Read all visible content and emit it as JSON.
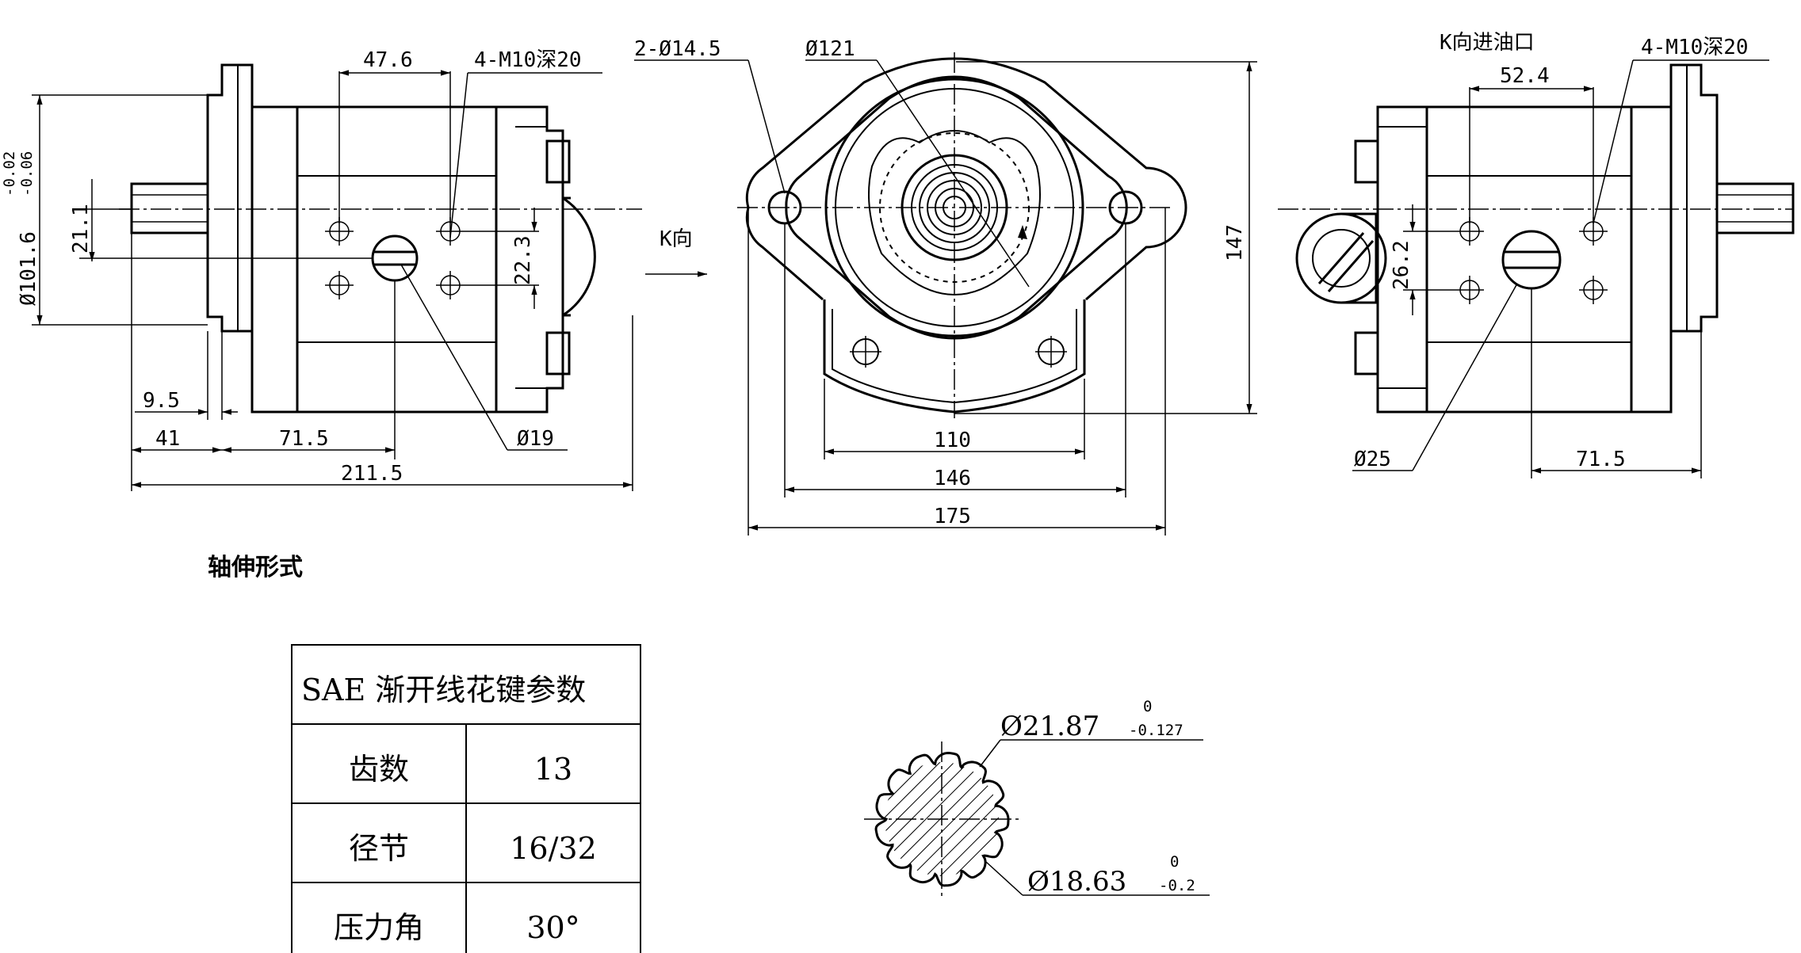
{
  "drawing": {
    "left_view": {
      "dim_hole_spacing": "47.6",
      "dim_tapped_holes": "4-M10深20",
      "dim_flange_dia": "Ø101.6",
      "dim_flange_tol_upper": "-0.02",
      "dim_flange_tol_lower": "-0.06",
      "dim_shaft_offset": "21.1",
      "dim_port_height": "22.3",
      "dim_flange_thickness": "9.5",
      "dim_shaft_length": "41",
      "dim_port_position": "71.5",
      "dim_port_dia": "Ø19",
      "dim_overall_length": "211.5",
      "view_arrow_label": "K向"
    },
    "center_view": {
      "dim_mount_holes": "2-Ø14.5",
      "dim_pilot_dia": "Ø121",
      "dim_height": "147",
      "dim_width_110": "110",
      "dim_width_146": "146",
      "dim_width_175": "175"
    },
    "right_view": {
      "title": "K向进油口",
      "dim_tapped_holes": "4-M10深20",
      "dim_hole_spacing": "52.4",
      "dim_port_height": "26.2",
      "dim_port_dia": "Ø25",
      "dim_port_position": "71.5"
    },
    "shaft_caption": "轴伸形式",
    "spline_table": {
      "title": "SAE 渐开线花键参数",
      "rows": [
        {
          "label": "齿数",
          "value": "13"
        },
        {
          "label": "径节",
          "value": "16/32"
        },
        {
          "label": "压力角",
          "value": "30°"
        }
      ]
    },
    "spline_section": {
      "major_dia": "Ø21.87",
      "major_tol_upper": "0",
      "major_tol_lower": "-0.127",
      "minor_dia": "Ø18.63",
      "minor_tol_upper": "0",
      "minor_tol_lower": "-0.2"
    }
  }
}
